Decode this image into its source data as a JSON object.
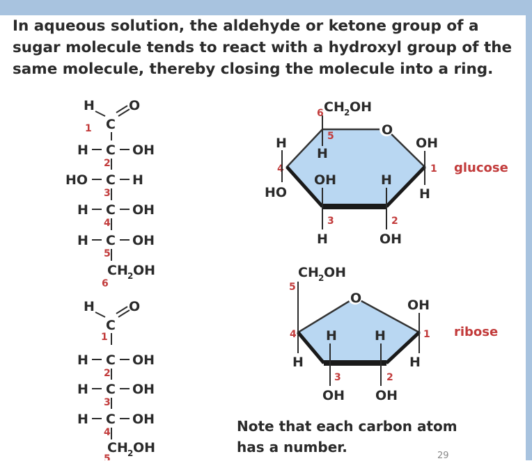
{
  "intro_text": "In aqueous solution, the aldehyde or ketone group of a sugar molecule tends to react with a hydroxyl group of the same molecule, thereby closing the molecule into a ring.",
  "note_text": "Note that each carbon atom has a number.",
  "page_number": "29",
  "labels": {
    "glucose": "glucose",
    "ribose": "ribose"
  },
  "atoms": {
    "H": "H",
    "O": "O",
    "C": "C",
    "OH": "OH",
    "HO": "HO",
    "CH": "CH",
    "sub2": "2"
  },
  "carbon_numbers": [
    "1",
    "2",
    "3",
    "4",
    "5",
    "6"
  ],
  "colors": {
    "ring_fill": "#b9d7f2",
    "number_red": "#c23b3b",
    "header_bar": "#a8c3df"
  }
}
